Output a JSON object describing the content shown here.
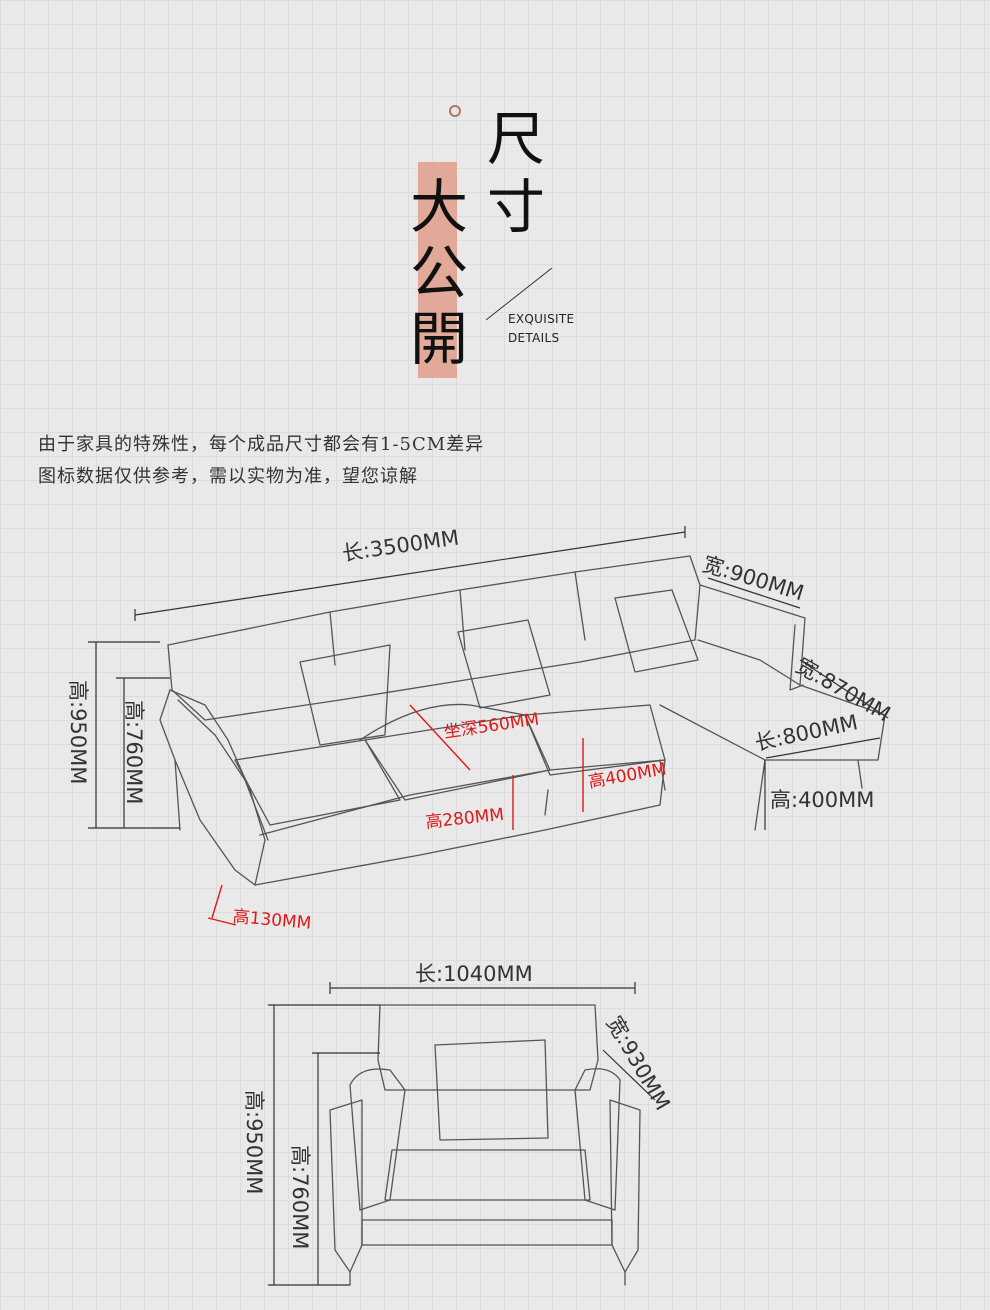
{
  "header": {
    "title_chars_right": [
      "尺",
      "寸"
    ],
    "title_chars_left": [
      "大",
      "公",
      "開"
    ],
    "subtitle_line1": "EXQUISITE",
    "subtitle_line2": "DETAILS",
    "accent_color": "#e2a998"
  },
  "note": {
    "line1": "由于家具的特殊性，每个成品尺寸都会有1-5CM差异",
    "line2": "图标数据仅供参考，需以实物为准，望您谅解"
  },
  "sofa": {
    "length": "长:3500MM",
    "width": "宽:900MM",
    "chaise_width": "宽:870MM",
    "chaise_length": "长:800MM",
    "chaise_height": "高:400MM",
    "height": "高:950MM",
    "back_height": "高:760MM",
    "seat_depth": "坐深560MM",
    "seat_height": "高280MM",
    "seat_total": "高400MM",
    "leg_height": "高130MM"
  },
  "chair": {
    "length": "长:1040MM",
    "width": "宽:930MM",
    "height": "高:950MM",
    "back_height": "高:760MM"
  }
}
